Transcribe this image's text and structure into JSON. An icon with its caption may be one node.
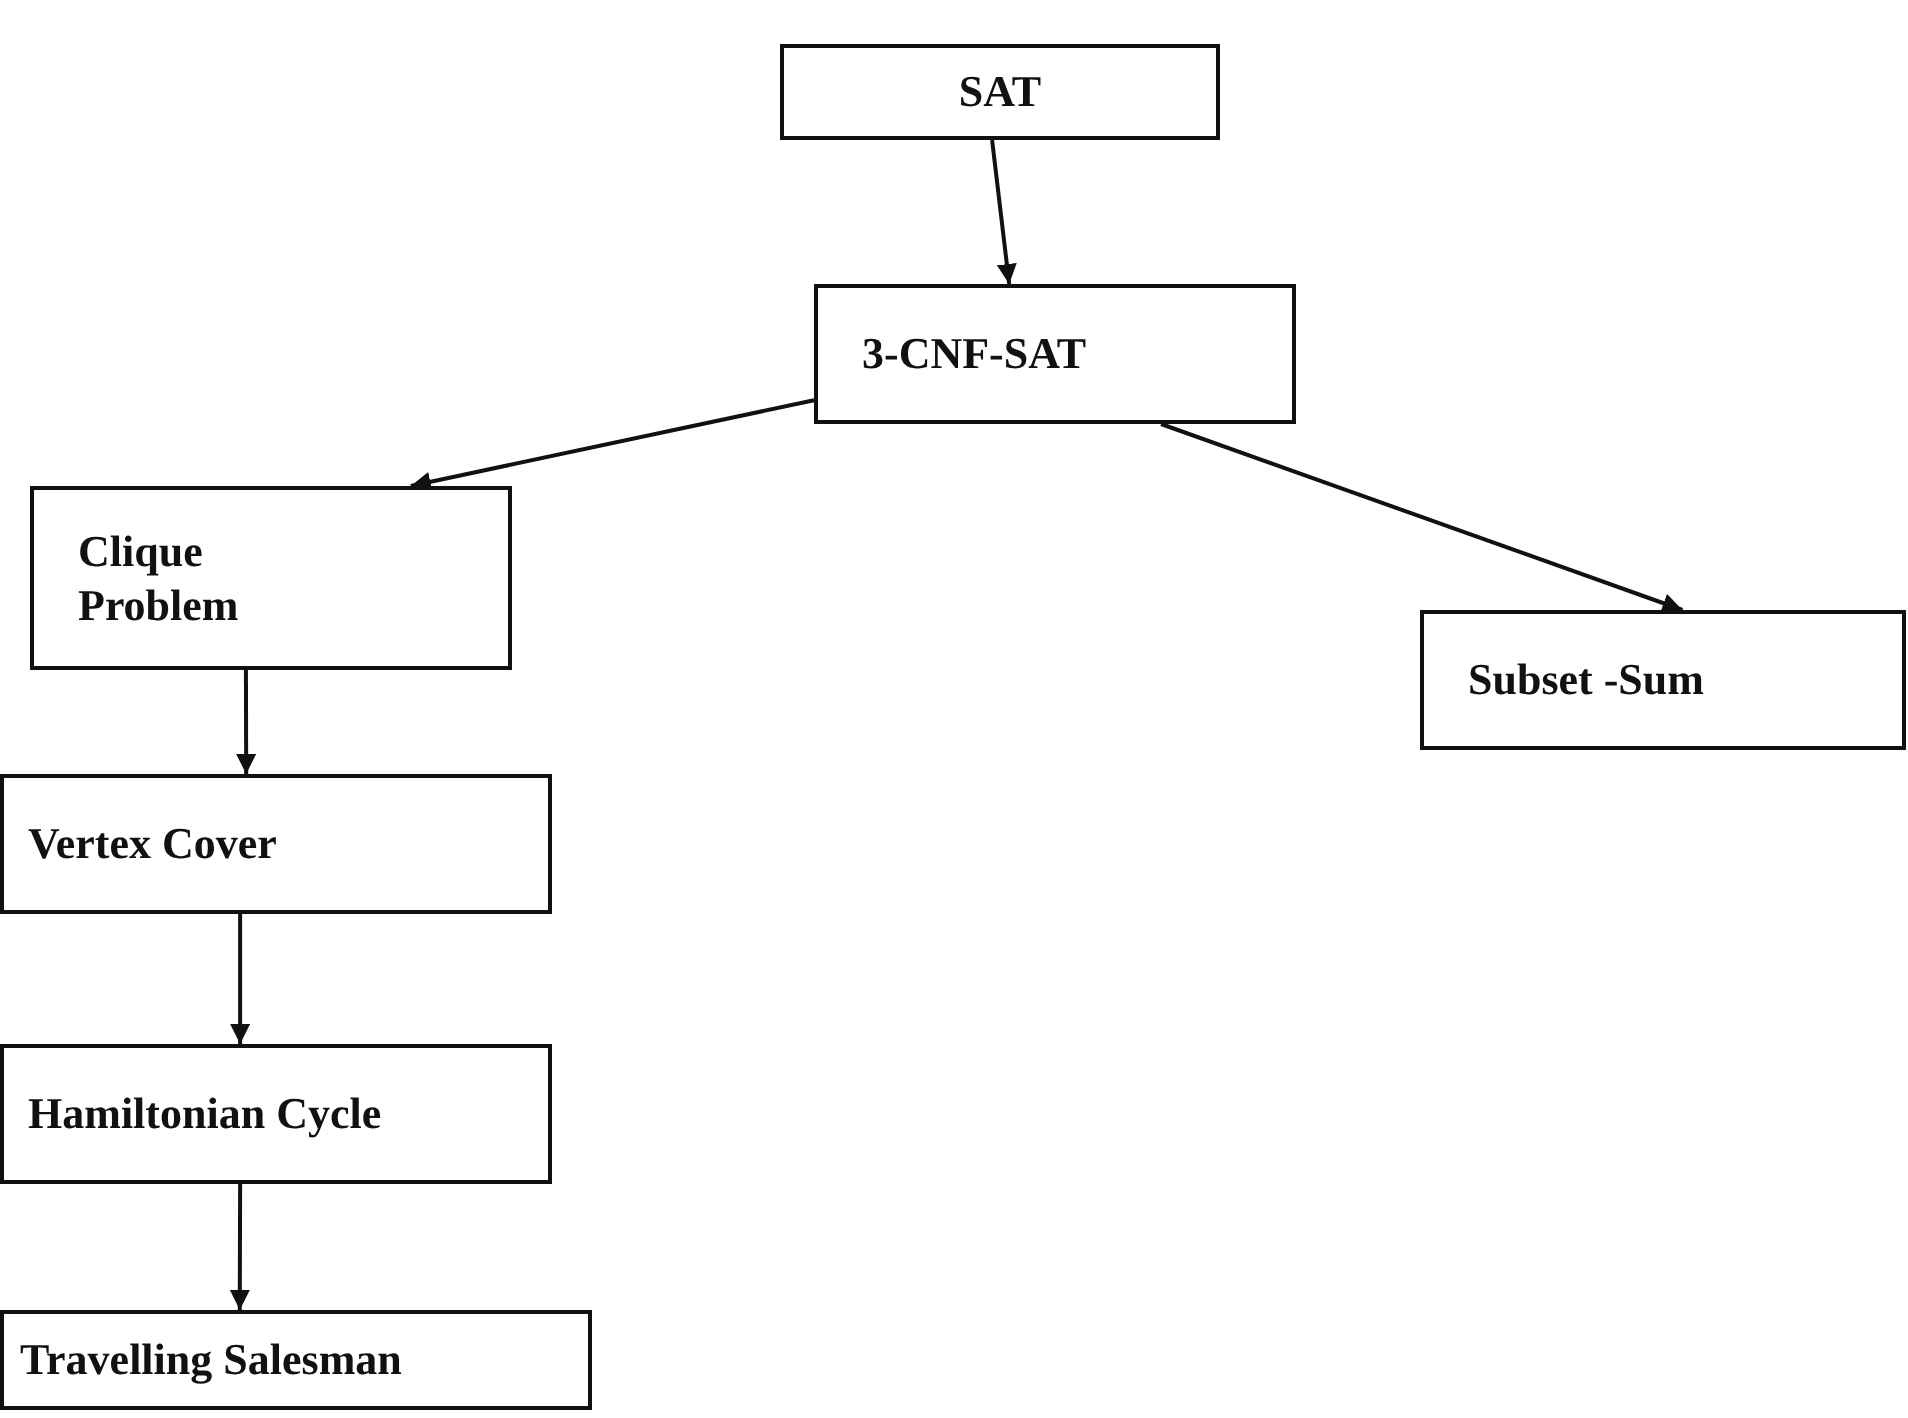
{
  "diagram": {
    "nodes": [
      {
        "text": [
          "SAT"
        ]
      },
      {
        "text": [
          "3-CNF-SAT"
        ]
      },
      {
        "text": [
          "Clique Problem"
        ]
      },
      {
        "text": [
          "Subset -Sum"
        ]
      },
      {
        "text": [
          "Vertex Cover"
        ]
      },
      {
        "text": [
          "Hamiltonian Cycle"
        ]
      },
      {
        "text": [
          "Travelling Salesman"
        ]
      }
    ],
    "edges": [
      {
        "from": 0,
        "to": 1,
        "arrow": "to"
      },
      {
        "from": 1,
        "to": 2,
        "arrow": "to"
      },
      {
        "from": 1,
        "to": 3,
        "arrow": "to"
      },
      {
        "from": 2,
        "to": 4,
        "arrow": "to"
      },
      {
        "from": 4,
        "to": 5,
        "arrow": "to"
      },
      {
        "from": 5,
        "to": 6,
        "arrow": "to"
      }
    ]
  }
}
